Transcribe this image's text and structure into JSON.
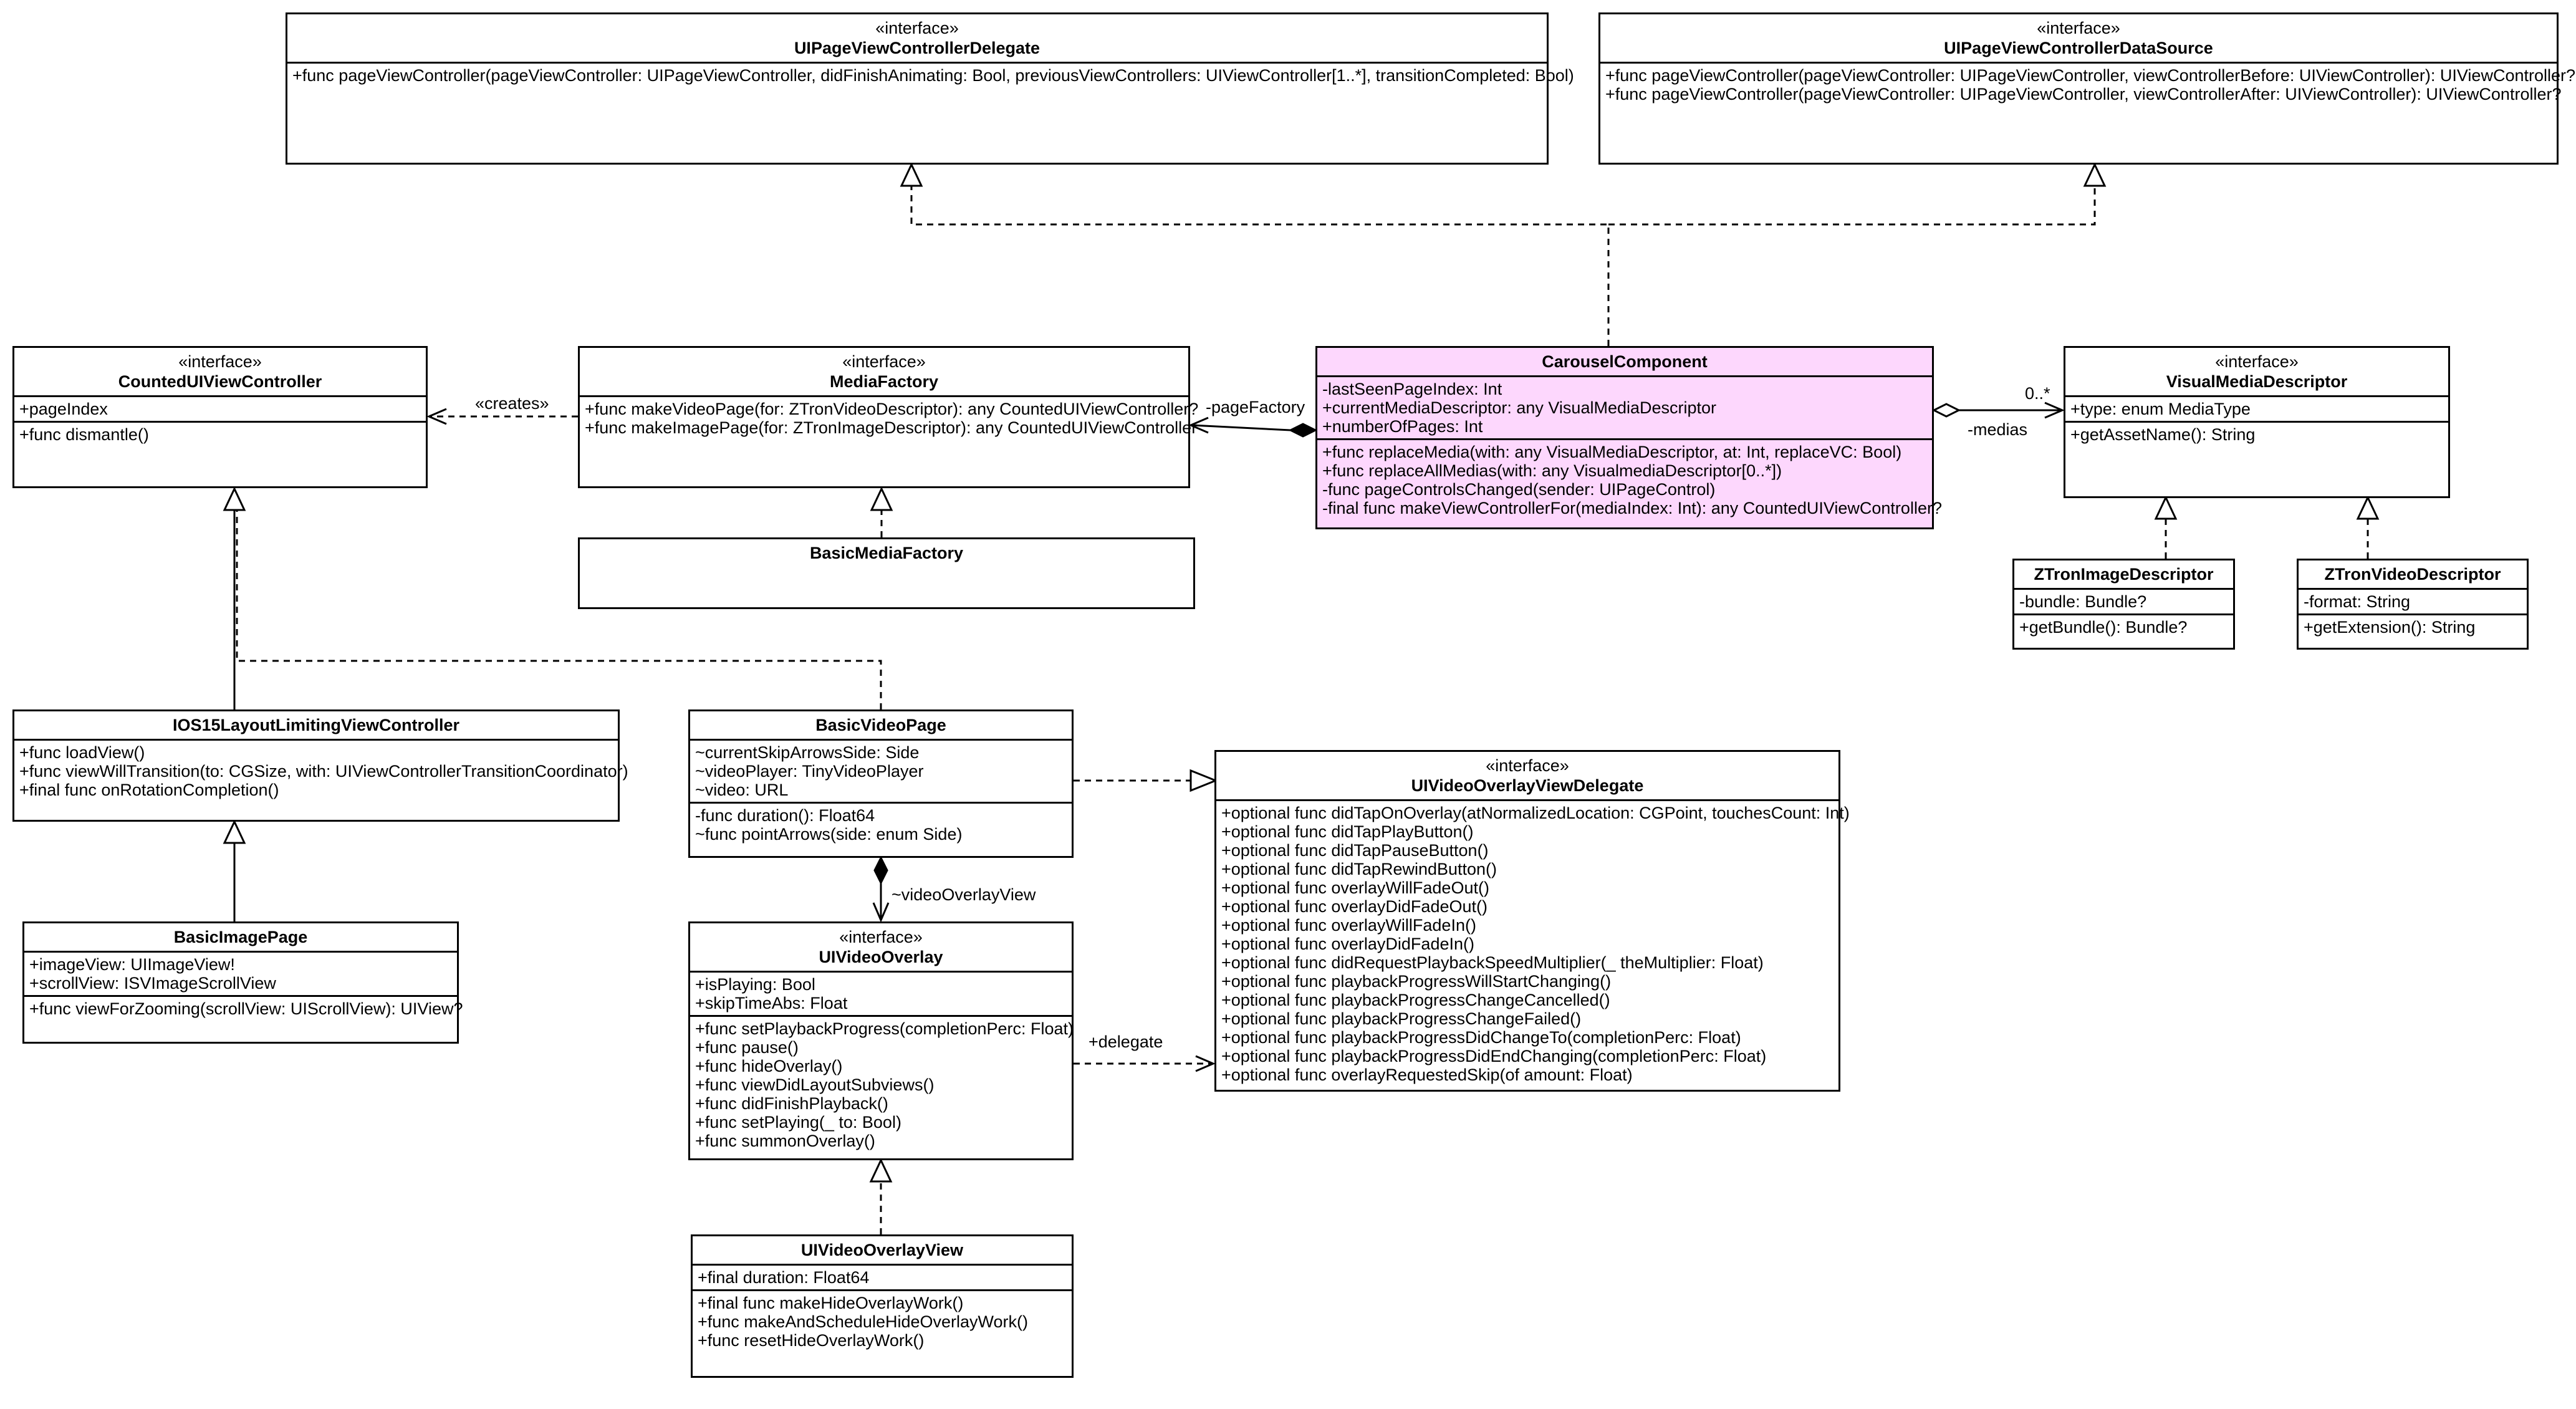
{
  "interface_stereotype": "«interface»",
  "classes": {
    "delegate": {
      "name": "UIPageViewControllerDelegate",
      "attributes": [],
      "methods": [
        "+func pageViewController(pageViewController: UIPageViewController, didFinishAnimating: Bool, previousViewControllers: UIViewController[1..*], transitionCompleted: Bool)"
      ]
    },
    "datasource": {
      "name": "UIPageViewControllerDataSource",
      "attributes": [],
      "methods": [
        "+func pageViewController(pageViewController: UIPageViewController, viewControllerBefore: UIViewController): UIViewController?",
        "+func pageViewController(pageViewController: UIPageViewController, viewControllerAfter: UIViewController): UIViewController?"
      ]
    },
    "counted": {
      "name": "CountedUIViewController",
      "attributes": [
        "+pageIndex"
      ],
      "methods": [
        "+func dismantle()"
      ]
    },
    "mediafactory": {
      "name": "MediaFactory",
      "attributes": [],
      "methods": [
        "+func makeVideoPage(for: ZTronVideoDescriptor): any CountedUIViewController?",
        "+func makeImagePage(for: ZTronImageDescriptor): any CountedUIViewController"
      ]
    },
    "basicmediafactory": {
      "name": "BasicMediaFactory",
      "attributes": [],
      "methods": []
    },
    "carousel": {
      "name": "CarouselComponent",
      "attributes": [
        "-lastSeenPageIndex: Int",
        "+currentMediaDescriptor: any VisualMediaDescriptor",
        "+numberOfPages: Int"
      ],
      "methods": [
        "+func replaceMedia(with: any VisualMediaDescriptor, at: Int, replaceVC: Bool)",
        "+func replaceAllMedias(with: any VisualmediaDescriptor[0..*])",
        "-func pageControlsChanged(sender: UIPageControl)",
        "-final func makeViewControllerFor(mediaIndex: Int): any CountedUIViewController?"
      ]
    },
    "visualmedia": {
      "name": "VisualMediaDescriptor",
      "attributes": [
        "+type: enum MediaType"
      ],
      "methods": [
        "+getAssetName(): String"
      ]
    },
    "zimage": {
      "name": "ZTronImageDescriptor",
      "attributes": [
        "-bundle: Bundle?"
      ],
      "methods": [
        "+getBundle(): Bundle?"
      ]
    },
    "zvideo": {
      "name": "ZTronVideoDescriptor",
      "attributes": [
        "-format: String"
      ],
      "methods": [
        "+getExtension(): String"
      ]
    },
    "ios15": {
      "name": "IOS15LayoutLimitingViewController",
      "attributes": [],
      "methods": [
        "+func loadView()",
        "+func viewWillTransition(to: CGSize, with: UIViewControllerTransitionCoordinator)",
        "+final func onRotationCompletion()"
      ]
    },
    "basicimage": {
      "name": "BasicImagePage",
      "attributes": [
        "+imageView: UIImageView!",
        "+scrollView: ISVImageScrollView"
      ],
      "methods": [
        "+func viewForZooming(scrollView: UIScrollView): UIView?"
      ]
    },
    "basicvideo": {
      "name": "BasicVideoPage",
      "attributes": [
        "~currentSkipArrowsSide: Side",
        "~videoPlayer: TinyVideoPlayer",
        "~video: URL"
      ],
      "methods": [
        "-func duration(): Float64",
        "~func pointArrows(side: enum Side)"
      ]
    },
    "overlay": {
      "name": "UIVideoOverlay",
      "attributes": [
        "+isPlaying: Bool",
        "+skipTimeAbs: Float"
      ],
      "methods": [
        "+func setPlaybackProgress(completionPerc: Float)",
        "+func pause()",
        "+func hideOverlay()",
        "+func viewDidLayoutSubviews()",
        "+func didFinishPlayback()",
        "+func setPlaying(_ to: Bool)",
        "+func summonOverlay()"
      ]
    },
    "overlayview": {
      "name": "UIVideoOverlayView",
      "attributes": [
        "+final duration: Float64"
      ],
      "methods": [
        "+final func makeHideOverlayWork()",
        "+func makeAndScheduleHideOverlayWork()",
        "+func resetHideOverlayWork()"
      ]
    },
    "overlaydelegate": {
      "name": "UIVideoOverlayViewDelegate",
      "attributes": [],
      "methods": [
        "+optional func didTapOnOverlay(atNormalizedLocation: CGPoint, touchesCount: Int)",
        "+optional func didTapPlayButton()",
        "+optional func didTapPauseButton()",
        "+optional func didTapRewindButton()",
        "+optional func overlayWillFadeOut()",
        "+optional func overlayDidFadeOut()",
        "+optional func overlayWillFadeIn()",
        "+optional func overlayDidFadeIn()",
        "+optional func didRequestPlaybackSpeedMultiplier(_ theMultiplier: Float)",
        "+optional func playbackProgressWillStartChanging()",
        "+optional func playbackProgressChangeCancelled()",
        "+optional func playbackProgressChangeFailed()",
        "+optional func playbackProgressDidChangeTo(completionPerc: Float)",
        "+optional func playbackProgressDidEndChanging(completionPerc: Float)",
        "+optional func overlayRequestedSkip(of amount: Float)"
      ]
    }
  },
  "labels": {
    "creates": "«creates»",
    "page_factory": "-pageFactory",
    "medias": "-medias",
    "multiplicity": "0..*",
    "video_overlay_view": "~videoOverlayView",
    "delegate": "+delegate"
  },
  "colors": {
    "highlight": "#fdd7fd",
    "line": "#000000"
  }
}
